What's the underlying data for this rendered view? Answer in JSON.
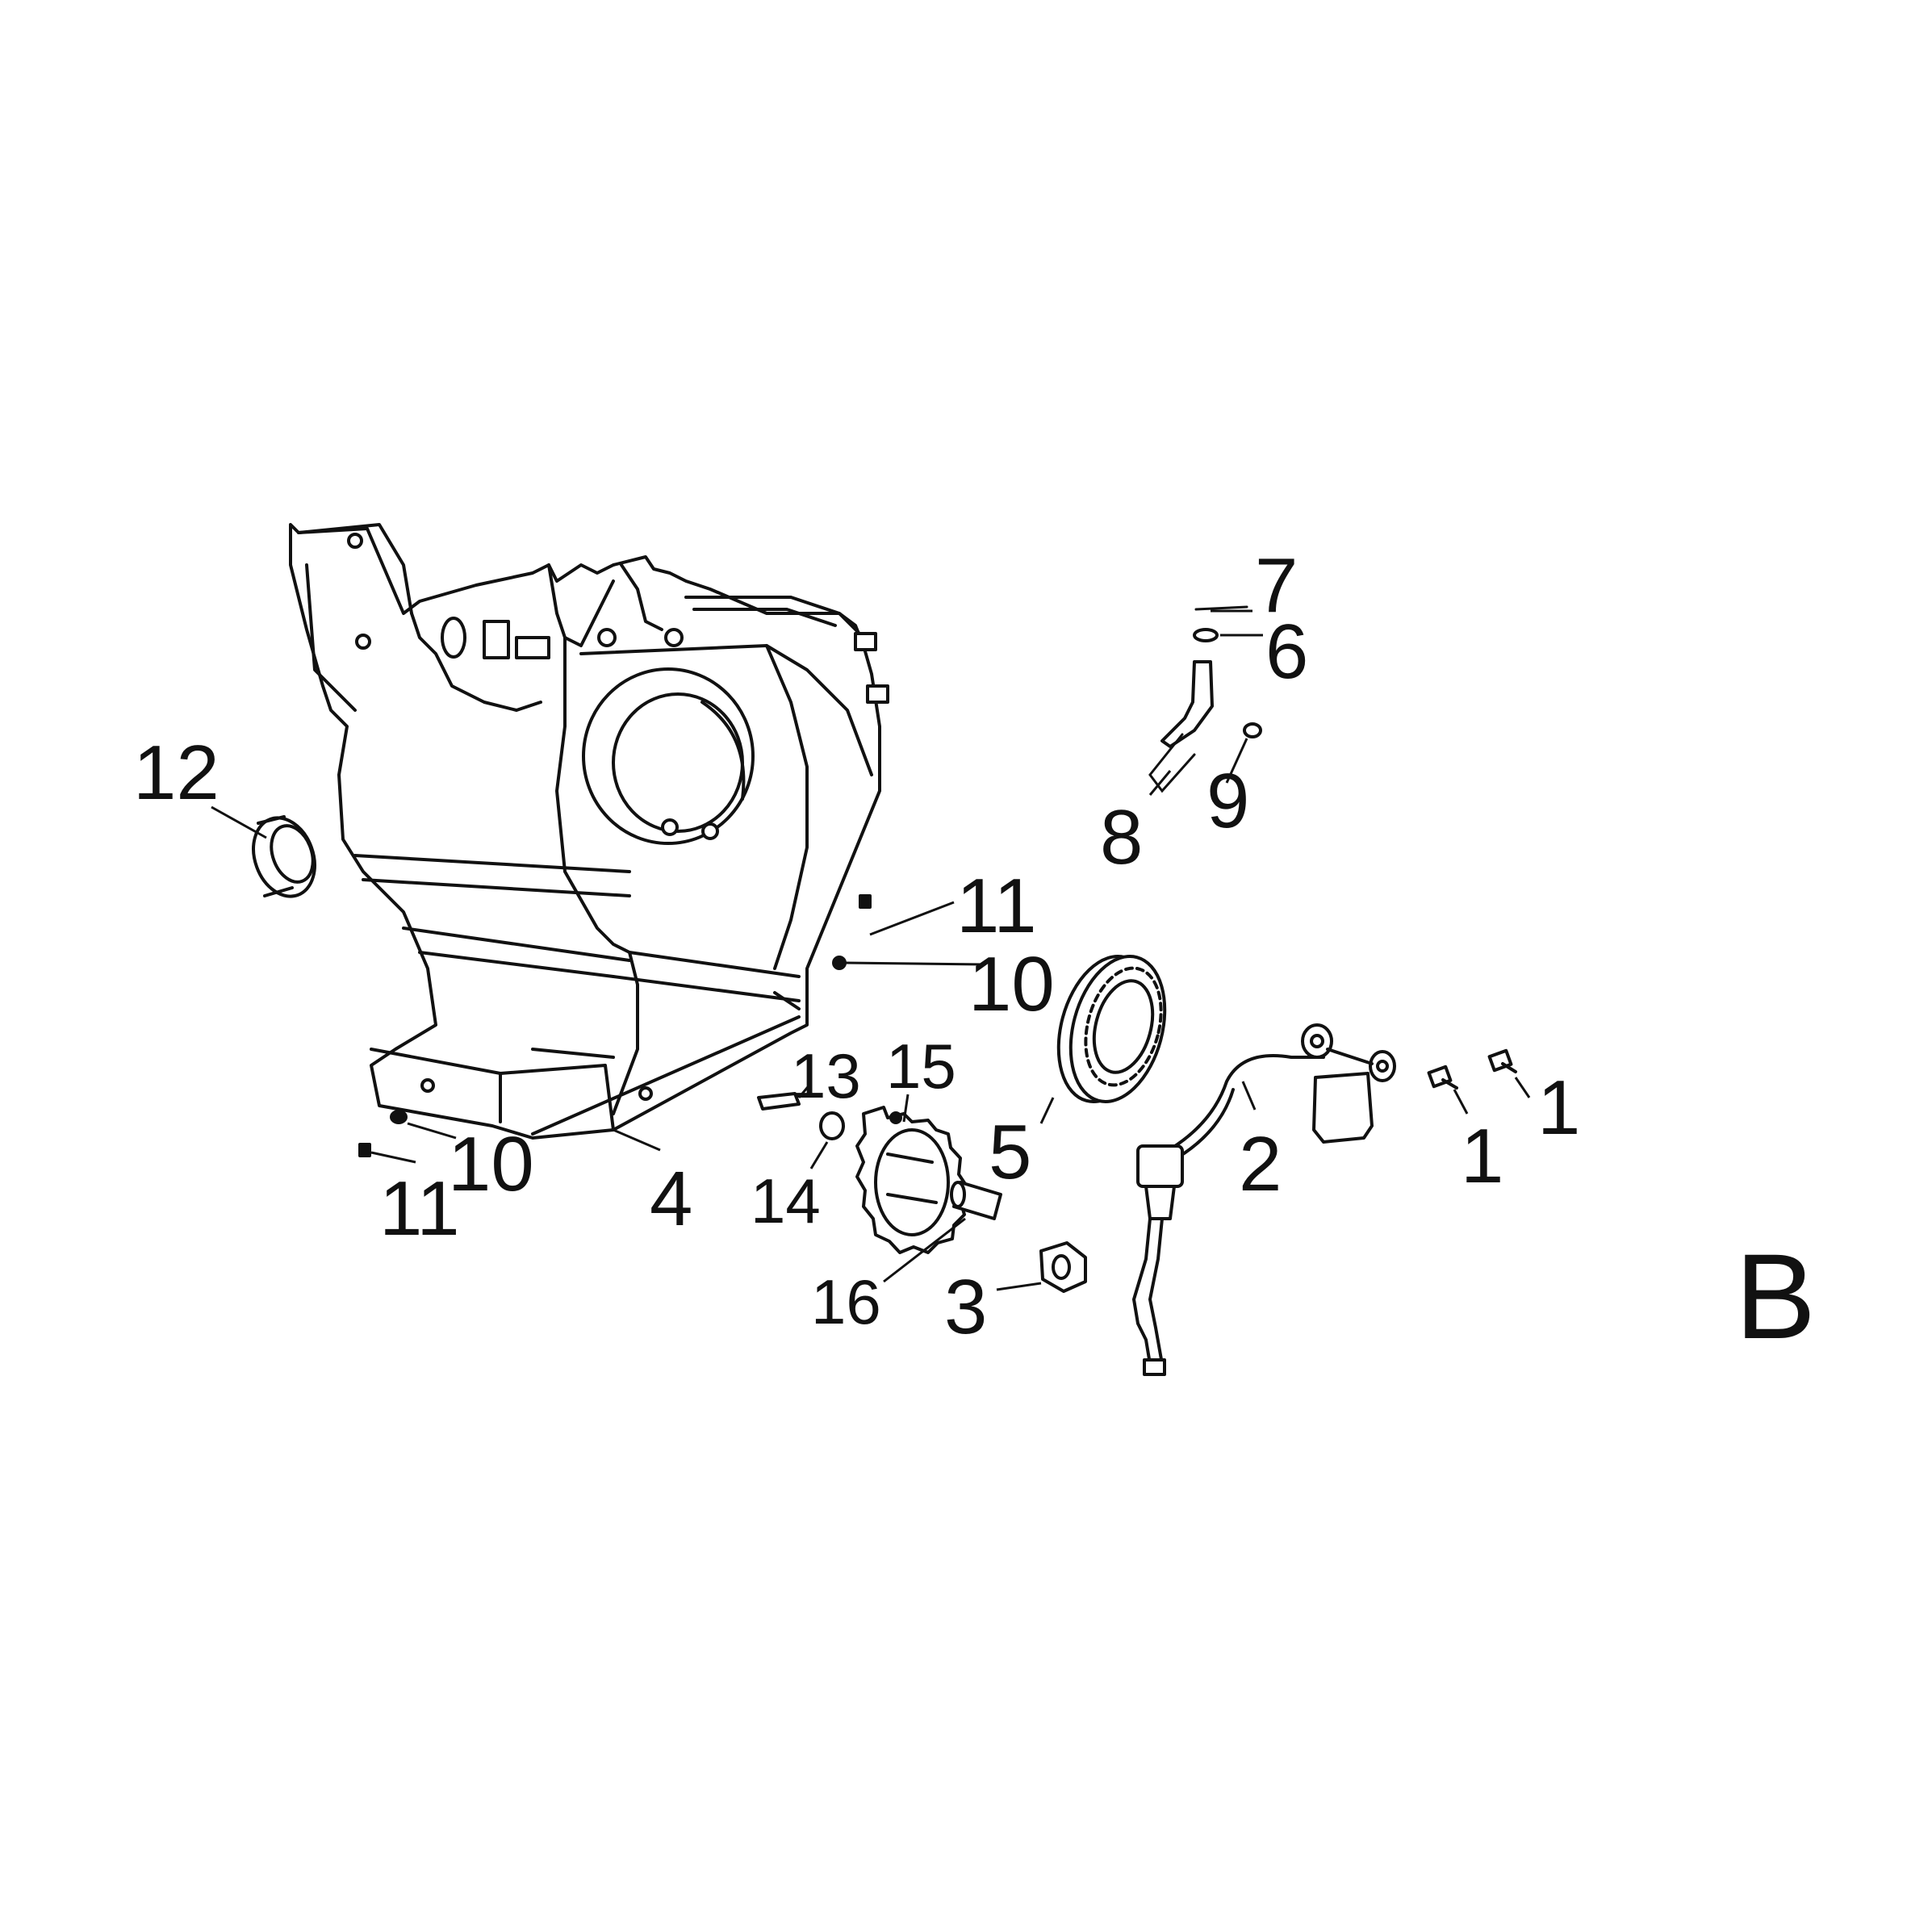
{
  "view_letter": "B",
  "callouts": {
    "c1a": "1",
    "c1b": "1",
    "c2": "2",
    "c3": "3",
    "c4": "4",
    "c5": "5",
    "c6": "6",
    "c7": "7",
    "c8": "8",
    "c9": "9",
    "c10a": "10",
    "c10b": "10",
    "c11a": "11",
    "c11b": "11",
    "c12": "12",
    "c13": "13",
    "c14": "14",
    "c15": "15",
    "c16": "16"
  }
}
